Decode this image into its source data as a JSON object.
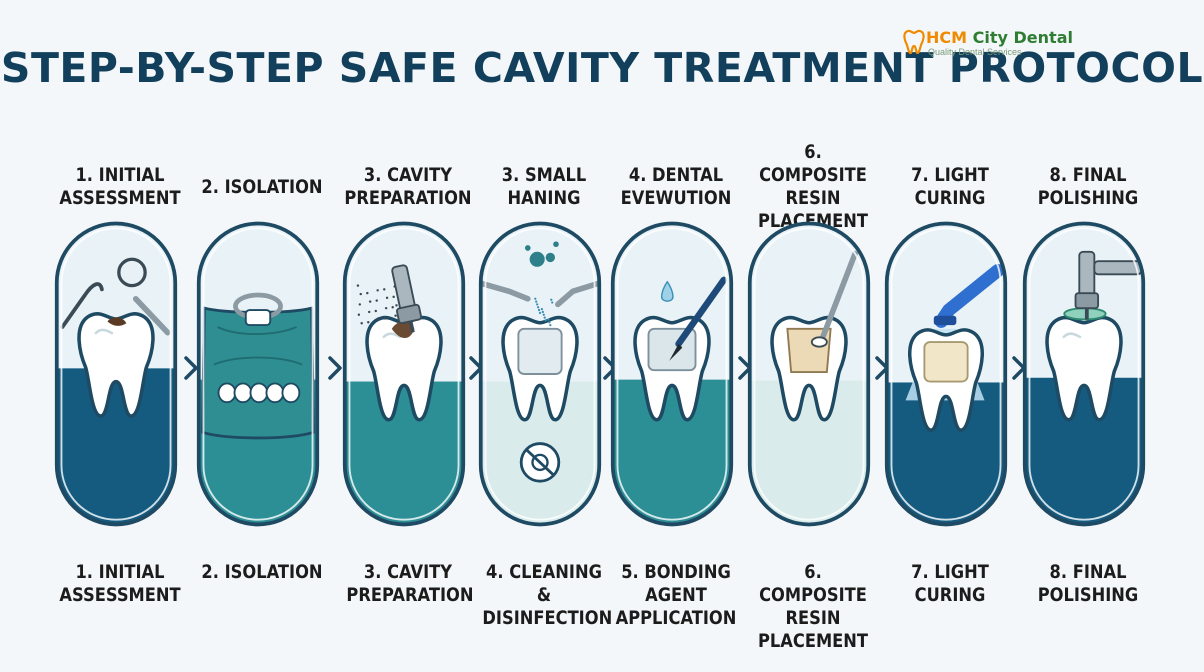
{
  "title": "STEP-BY-STEP SAFE CAVITY TREATMENT PROTOCOL",
  "logo": {
    "brand": "HCM",
    "name": "City Dental",
    "tagline": "Quality Dental Services"
  },
  "colors": {
    "title": "#123f5b",
    "navy": "#155b80",
    "teal": "#2d8f96",
    "pale": "#d9eceb",
    "outline": "#1e4a63"
  },
  "top_labels": [
    "1. INITIAL\nASSESSMENT",
    "2. ISOLATION",
    "3. CAVITY\nPREPARATION",
    "3. SMALL\nHANING",
    "4. DENTAL\nEVEWUTION",
    "6. COMPOSITE\nRESIN\nPLACEMENT",
    "7. LIGHT\nCURING",
    "8. FINAL\nPOLISHING"
  ],
  "bottom_labels": [
    "1. INITIAL\nASSESSMENT",
    "2. ISOLATION",
    "3. CAVITY\nPREPARATION",
    "4. CLEANING &\nDISINFECTION",
    "5. BONDING\nAGENT\nAPPLICATION",
    "6. COMPOSITE\nRESIN\nPLACEMENT",
    "7. LIGHT\nCURING",
    "8. FINAL\nPOLISHING"
  ],
  "steps": [
    {
      "icon": "mirror-explorer-icon",
      "fill": "navy"
    },
    {
      "icon": "rubber-dam-icon",
      "fill": "teal"
    },
    {
      "icon": "dental-drill-icon",
      "fill": "teal"
    },
    {
      "icon": "water-spray-icon",
      "fill": "pale"
    },
    {
      "icon": "bonding-brush-icon",
      "fill": "teal"
    },
    {
      "icon": "resin-spatula-icon",
      "fill": "pale"
    },
    {
      "icon": "curing-light-icon",
      "fill": "navy"
    },
    {
      "icon": "polishing-handpiece-icon",
      "fill": "navy"
    }
  ]
}
